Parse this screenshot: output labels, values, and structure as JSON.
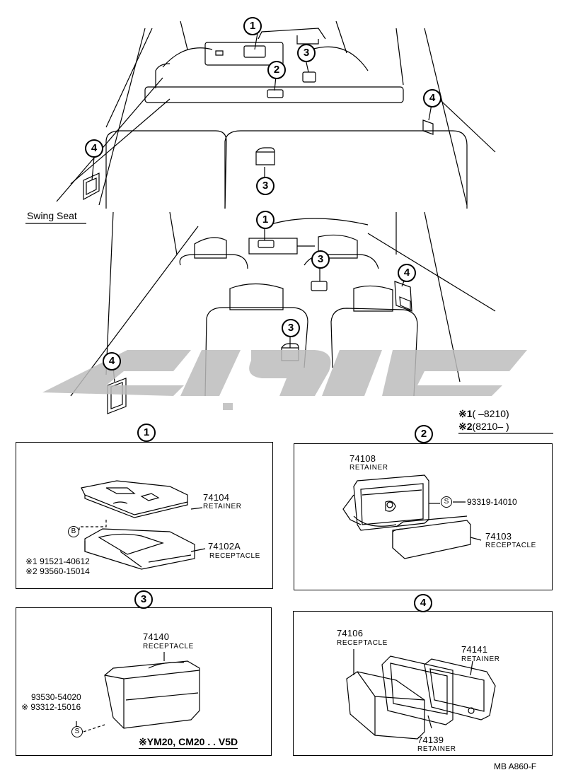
{
  "swing_seat_label": "Swing Seat",
  "callouts": {
    "c1": "1",
    "c2": "2",
    "c3": "3",
    "c4": "4"
  },
  "legend": {
    "line1_mark": "※1",
    "line1_range": "(        –8210)",
    "line2_mark": "※2",
    "line2_range": "(8210–        )"
  },
  "panel1": {
    "title": "1",
    "retainer_pn": "74104",
    "retainer_name": "RETAINER",
    "receptacle_pn": "74102A",
    "receptacle_name": "RECEPTACLE",
    "bolt_mark": "B",
    "note1": "※1 91521-40612",
    "note2": "※2 93560-15014"
  },
  "panel2": {
    "title": "2",
    "retainer_pn": "74108",
    "retainer_name": "RETAINER",
    "screw_mark": "S",
    "screw_pn": "93319-14010",
    "receptacle_pn": "74103",
    "receptacle_name": "RECEPTACLE"
  },
  "panel3": {
    "title": "3",
    "receptacle_pn": "74140",
    "receptacle_name": "RECEPTACLE",
    "screw1": "93530-54020",
    "screw2": "※ 93312-15016",
    "screw_mark": "S",
    "model_note": "※YM20, CM20 . . V5D"
  },
  "panel4": {
    "title": "4",
    "receptacle_pn": "74106",
    "receptacle_name": "RECEPTACLE",
    "retainer_pn": "74141",
    "retainer_name": "RETAINER",
    "retainer2_pn": "74139",
    "retainer2_name": "RETAINER"
  },
  "footer_code": "MB  A860-F"
}
